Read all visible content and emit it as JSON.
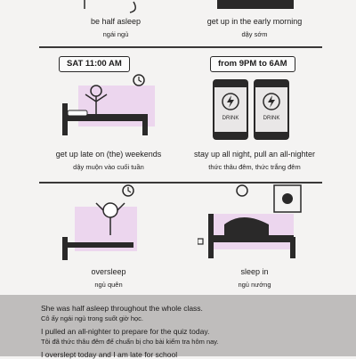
{
  "top": {
    "left_caption": {
      "en": "be half asleep",
      "vi": "ngái ngủ"
    },
    "right_caption": {
      "en": "get up in the early morning",
      "vi": "dậy sớm"
    }
  },
  "middle": {
    "left_badge": "SAT 11:00 AM",
    "right_badge": "from 9PM to 6AM",
    "drink_label": "DRINK",
    "left_caption": {
      "en": "get up late on (the) weekends",
      "vi": "dậy muộn vào cuối tuần"
    },
    "right_caption": {
      "en": "stay up all night, pull an all-nighter",
      "vi": "thức thâu đêm, thức trắng đêm"
    }
  },
  "lower": {
    "left_caption": {
      "en": "oversleep",
      "vi": "ngủ quên"
    },
    "right_caption": {
      "en": "sleep in",
      "vi": "ngủ nướng"
    }
  },
  "examples": [
    {
      "en": "She was half asleep throughout the whole class.",
      "vi": "Cô ấy ngái ngủ trong suốt giờ học."
    },
    {
      "en": "I pulled an all-nighter to prepare for the quiz today.",
      "vi": "Tôi đã thức thâu đêm để chuẩn bị cho bài kiểm tra hôm nay."
    },
    {
      "en": "I overslept today and I am late for school",
      "vi": ""
    }
  ],
  "colors": {
    "accent": "#e7c9ec",
    "line": "#2a2929"
  },
  "icons": [
    "sleepy-face-icon",
    "alarm-clock-icon",
    "bed-icon",
    "drink-can-icon",
    "lightning-icon",
    "sun-icon",
    "window-icon",
    "power-plug-icon"
  ]
}
